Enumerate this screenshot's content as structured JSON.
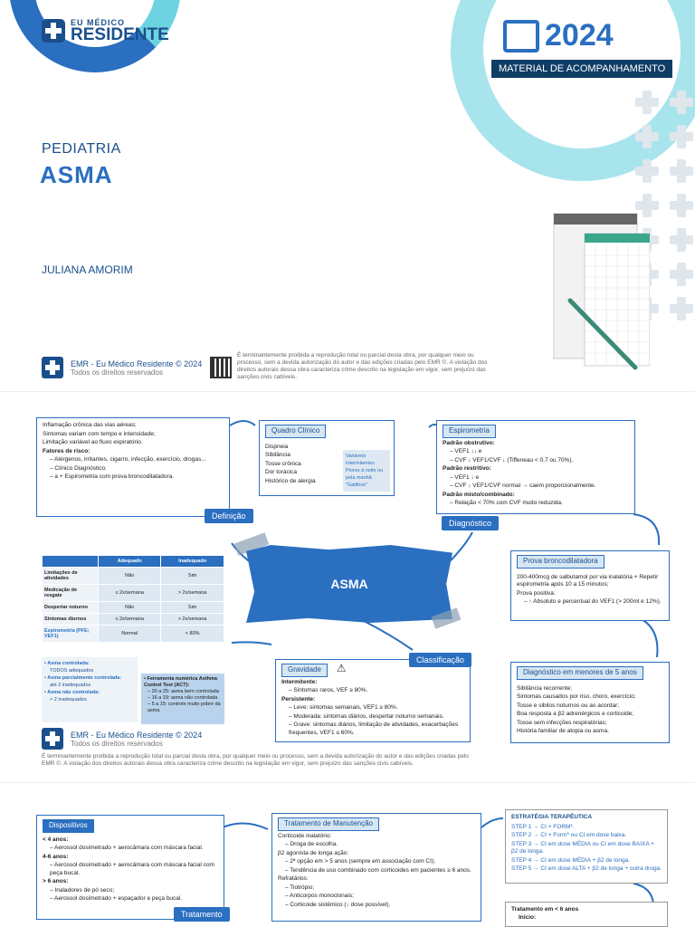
{
  "brand": {
    "small": "EU MÉDICO",
    "big": "RESIDENTE"
  },
  "year": "2024",
  "material": "MATERIAL DE ACOMPANHAMENTO",
  "section": "PEDIATRIA",
  "title": "ASMA",
  "author": "JULIANA AMORIM",
  "footer": {
    "line1": "EMR - Eu Médico Residente © 2024",
    "line2": "Todos os direitos reservados",
    "legal": "É terminantemente proibida a reprodução total ou parcial desta obra, por qualquer meio ou processo, sem a devida autorização do autor e das edições criadas pelo EMR ©. A violação dos direitos autorais dessa obra caracteriza crime descrito na legislação em vigor, sem prejuízo das sanções civis cabíveis."
  },
  "colors": {
    "primary": "#2a6fc0",
    "dark": "#1a4f8c",
    "cyan": "#6ed3e0"
  },
  "map": {
    "center": "ASMA",
    "definicao": {
      "tag": "Definição",
      "items": [
        "Inflamação crônica das vias aéreas;",
        "Sintomas variam com tempo e intensidade;",
        "Limitação variável ao fluxo expiratório.",
        "Fatores de risco:",
        "– Alérgenos, irritantes, cigarro, infecção, exercício, drogas...",
        "– Clínico Diagnóstico:",
        "– a + Espirometria com prova broncodilatadora."
      ]
    },
    "quadro": {
      "title": "Quadro Clínico",
      "items": [
        "Dispneia",
        "Sibilância",
        "Tosse crônica",
        "Dor torácica",
        "Histórico de alergia"
      ],
      "side": [
        "Variáveis",
        "Intermitentes",
        "Piores à noite ou pela manhã",
        "\"Gatilhos\""
      ]
    },
    "espirometria": {
      "title": "Espirometria",
      "tag": "Diagnóstico",
      "items": [
        "Padrão obstrutivo:",
        "– VEF1 ↓↓ e",
        "– CVF ↓ VEF1/CVF ↓ (Tiffeneau < 0,7 ou 70%).",
        "Padrão restritivo:",
        "– VEF1 ↓ e",
        "– CVF ↓ VEF1/CVF normal → caem proporcionalmente.",
        "Padrão misto/combinado:",
        "– Relação < 70% com CVF muito reduzida."
      ]
    },
    "prova": {
      "title": "Prova broncodilatadora",
      "items": [
        "200-400mcg de salbutamol por via inalatória + Repetir espirometria após 10 a 15 minutos;",
        "Prova positiva:",
        "– ↑ Absoluto e percentual do VEF1 (> 200ml e 12%)."
      ]
    },
    "menores": {
      "title": "Diagnóstico em menores de 5 anos",
      "items": [
        "Sibilância recorrente;",
        "Sintomas causados por riso, choro, exercício;",
        "Tosse e sibilos noturnos ou ao acordar;",
        "Boa resposta a β2 adrenérgicos e corticoide;",
        "Tosse sem infecções respiratórias;",
        "História familiar de atopia ou asma."
      ]
    },
    "gravidade": {
      "title": "Gravidade",
      "tag": "Classificação",
      "items": [
        "Intermitente:",
        "– Sintomas raros, VEF ≥ 80%.",
        "Persistente:",
        "– Leve: sintomas semanais, VEF1 ≥ 80%.",
        "– Moderada: sintomas diários, despertar noturno semanais.",
        "– Grave: sintomas diários, limitação de atividades, exacerbações frequentes, VEF1 ≤ 60%."
      ]
    },
    "table": {
      "headers": [
        "",
        "Adequado",
        "Inadequado"
      ],
      "rows": [
        [
          "Limitações de atividades",
          "Não",
          "Sim"
        ],
        [
          "Medicação de resgate",
          "≤ 2x/semana",
          "> 2x/semana"
        ],
        [
          "Despertar noturno",
          "Não",
          "Sim"
        ],
        [
          "Sintomas diurnos",
          "≤ 2x/semana",
          "> 2x/semana"
        ],
        [
          "Espirometria (PFE; VEF1)",
          "Normal",
          "< 80%"
        ]
      ],
      "side": [
        "• Asma controlada:",
        "TODOS adequados",
        "• Asma parcialmente controlada:",
        "até 2 inadequados",
        "• Asma não controlada:",
        "> 2 inadequados"
      ],
      "act": [
        "• Ferramenta numérica Asthma Control Test (ACT):",
        "– 20 a 25: asma bem controlada",
        "– 16 a 19: asma não controlada",
        "– 5 a 15: controle muito pobre da asma"
      ]
    },
    "dispositivos": {
      "title": "Dispositivos",
      "tag": "Tratamento",
      "items": [
        "< 4 anos:",
        "– Aerossol dosimetrado + aerocâmara com máscara facial.",
        "4-6 anos:",
        "– Aerossol dosimetrado + aerocâmara com máscara facial com peça bucal.",
        "> 6 anos:",
        "– Inaladores de pó seco;",
        "– Aerossol dosimetrado + espaçador e peça bucal."
      ]
    },
    "manutencao": {
      "title": "Tratamento de Manutenção",
      "items": [
        "Corticoide inalatório:",
        "– Droga de escolha.",
        "β2 agonista de longa ação:",
        "– 2ª opção em > 5 anos (sempre em associação com CI);",
        "– Tendência de uso combinado com corticoides em pacientes ≥ 6 anos.",
        "Refratários:",
        "– Tiotrópio;",
        "– Anticorpos monoclonais;",
        "– Corticoide sistêmico (↓ dose possível)."
      ]
    },
    "estrategia": {
      "title": "ESTRATÉGIA TERAPÊUTICA",
      "items": [
        "STEP 1 → CI + FORM*.",
        "STEP 2 → CI + Form* ou CI em dose baixa.",
        "STEP 3 → CI em dose MÉDIA ou CI em dose BAIXA + β2 de longa.",
        "STEP 4 → CI em dose MÉDIA + β2 de longa.",
        "STEP 5 → CI em dose ALTA + β2 de longa + outra droga."
      ]
    },
    "menor6": {
      "title": "Tratamento em < 6 anos",
      "items": [
        "Início:"
      ]
    }
  }
}
